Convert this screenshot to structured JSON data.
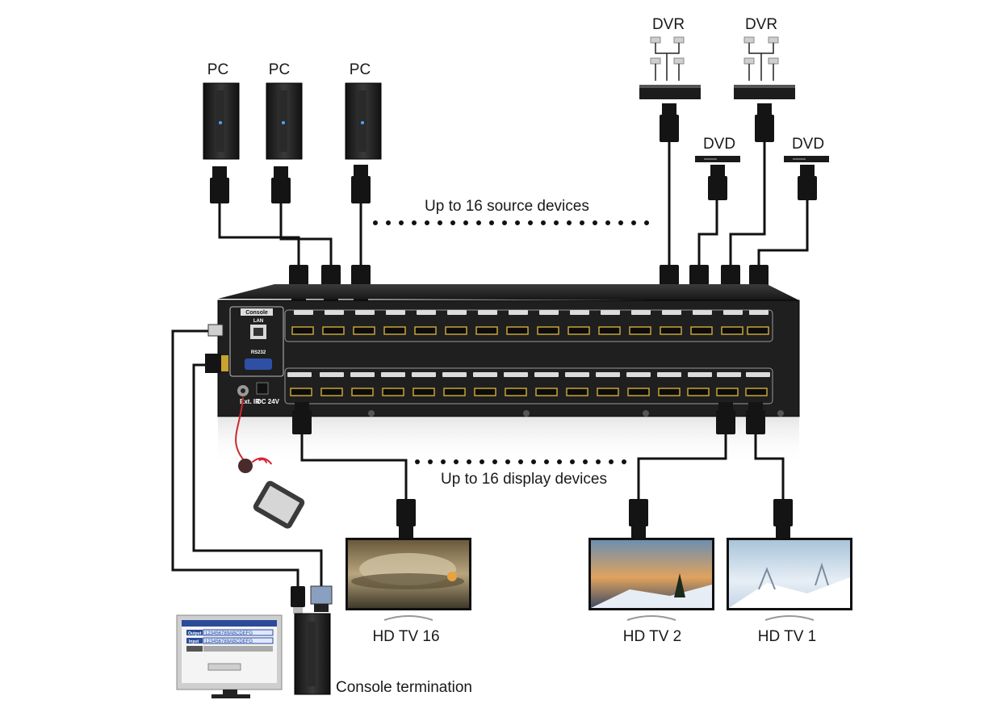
{
  "sources": {
    "caption": "Up to 16 source devices",
    "pc_label": "PC",
    "dvr_label": "DVR",
    "dvd_label": "DVD"
  },
  "displays": {
    "caption": "Up to 16 display devices",
    "tv16": "HD TV 16",
    "tv2": "HD TV 2",
    "tv1": "HD TV 1"
  },
  "console": {
    "termination_label": "Console termination",
    "panel_title": "Console",
    "lan_label": "LAN",
    "rs232_label": "RS232",
    "ir_label": "Ext. IR",
    "power_label": "DC 24V"
  },
  "screen": {
    "output_label": "Output",
    "input_label": "Input",
    "channels": "123456789ABCDEFG"
  },
  "colors": {
    "chassis": "#1f1f1f",
    "cable": "#111111",
    "ir_cable": "#cc2a2a"
  }
}
